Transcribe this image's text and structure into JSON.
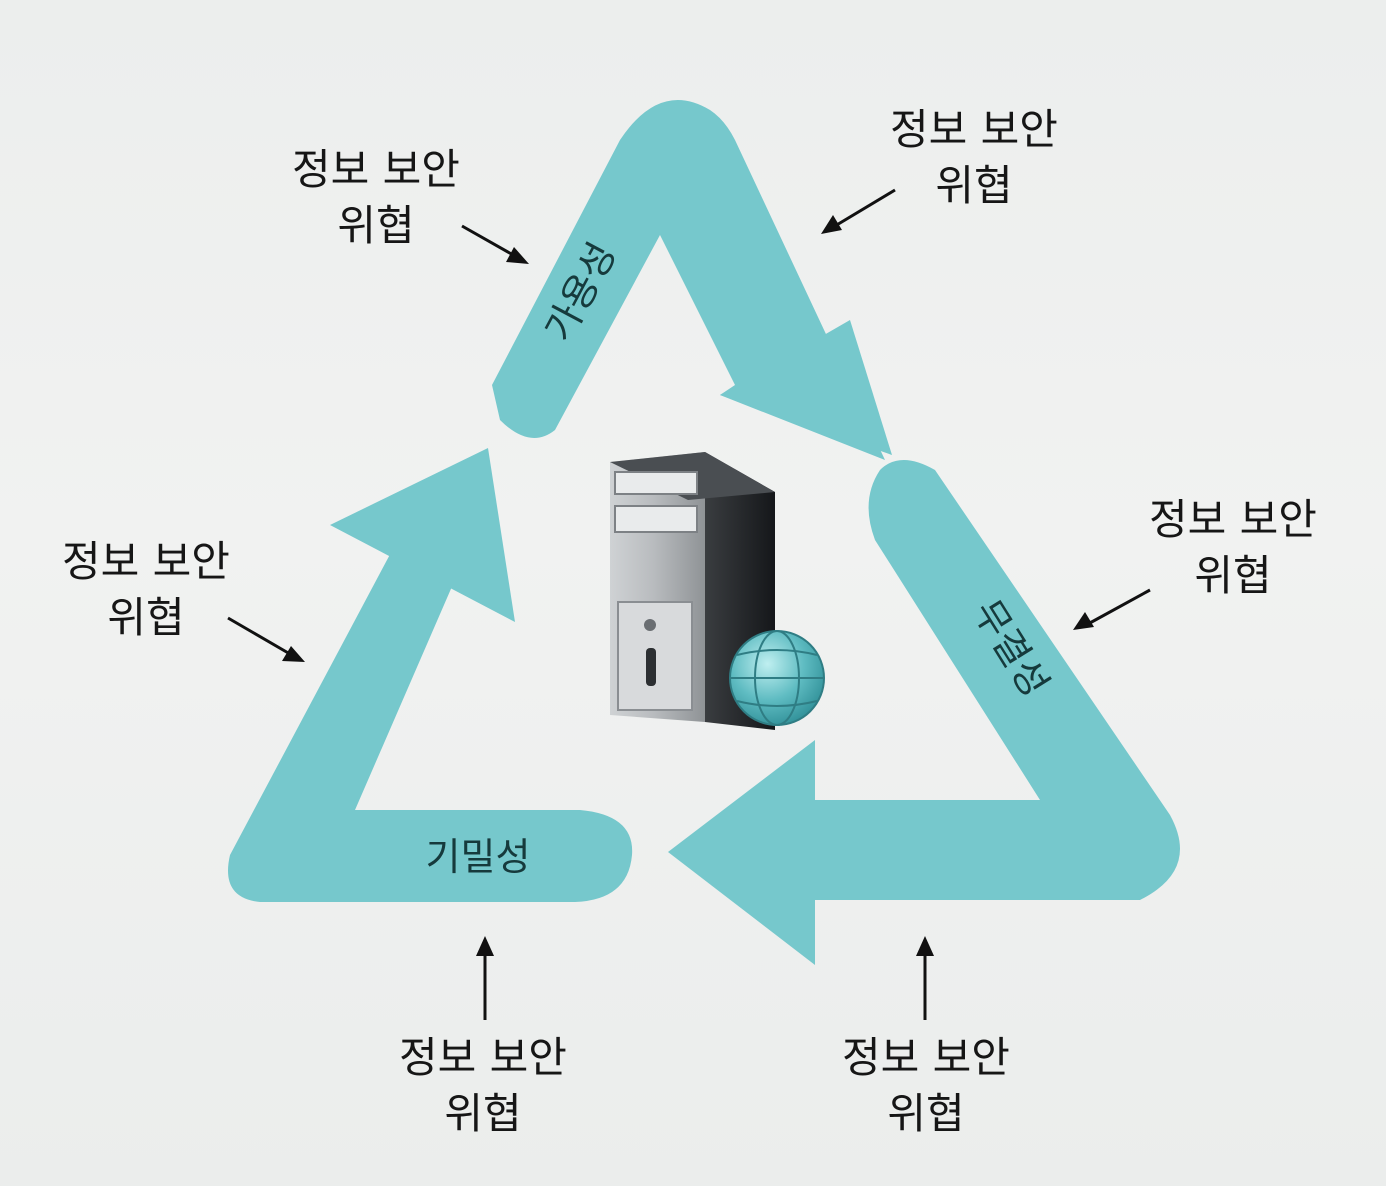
{
  "pillars": {
    "availability": "가용성",
    "integrity": "무결성",
    "confidentiality": "기밀성"
  },
  "threats": [
    {
      "line1": "정보 보안",
      "line2": "위협"
    },
    {
      "line1": "정보 보안",
      "line2": "위협"
    },
    {
      "line1": "정보 보안",
      "line2": "위협"
    },
    {
      "line1": "정보 보안",
      "line2": "위협"
    },
    {
      "line1": "정보 보안",
      "line2": "위협"
    },
    {
      "line1": "정보 보안",
      "line2": "위협"
    }
  ],
  "colors": {
    "cycle_arrow": "#76c8cc",
    "label_text": "#163a3c",
    "background": "#eef0ef"
  },
  "icons": {
    "center": "server-tower-with-globe-icon"
  }
}
